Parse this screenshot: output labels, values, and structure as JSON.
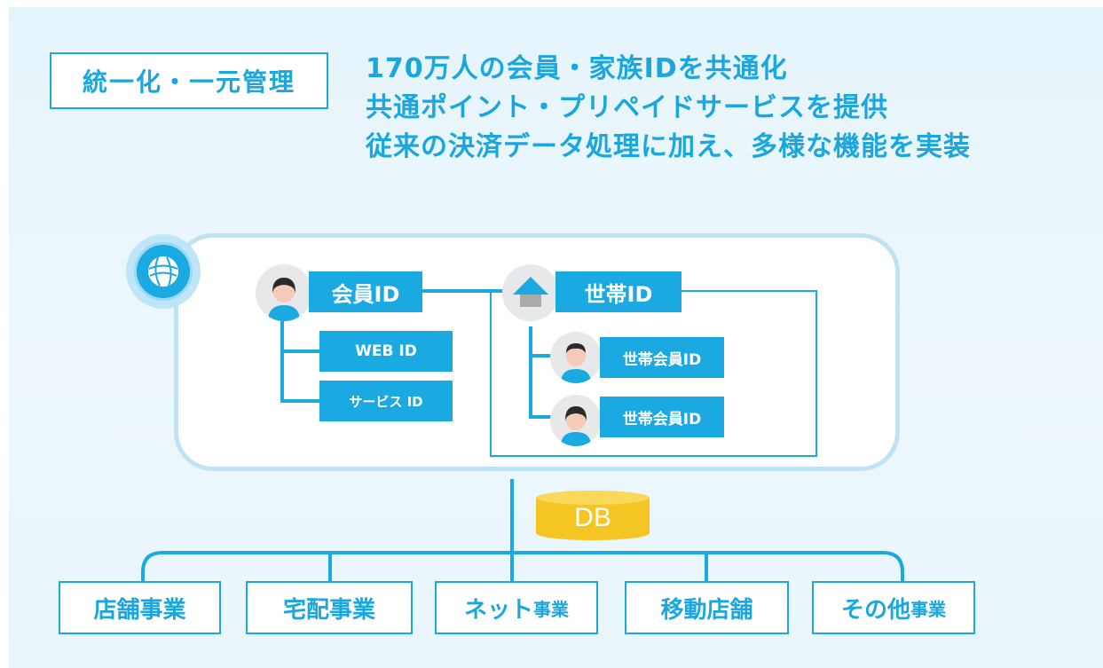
{
  "title": "統一化・一元管理",
  "headline": {
    "line1": "170万人の会員・家族IDを共通化",
    "line2": "共通ポイント・プリペイドサービスを提供",
    "line3": "従来の決済データ処理に加え、多様な機能を実装"
  },
  "member_id": {
    "label": "会員ID",
    "sub_items": [
      "WEB ID",
      "サービス ID"
    ]
  },
  "household_id": {
    "label": "世帯ID",
    "members": [
      "世帯会員ID",
      "世帯会員ID"
    ]
  },
  "database": {
    "label": "DB"
  },
  "businesses": [
    {
      "main": "店舗事業",
      "suffix": ""
    },
    {
      "main": "宅配事業",
      "suffix": ""
    },
    {
      "main": "ネット",
      "suffix": "事業"
    },
    {
      "main": "移動店舗",
      "suffix": ""
    },
    {
      "main": "その他",
      "suffix": "事業"
    }
  ],
  "icons": [
    "globe-logo-icon",
    "woman-avatar-icon",
    "house-icon",
    "man-avatar-icon",
    "woman-avatar-icon"
  ],
  "colors": {
    "accent": "#1ba9e1",
    "db": "#f5c623",
    "background": "#e5f4fb"
  }
}
